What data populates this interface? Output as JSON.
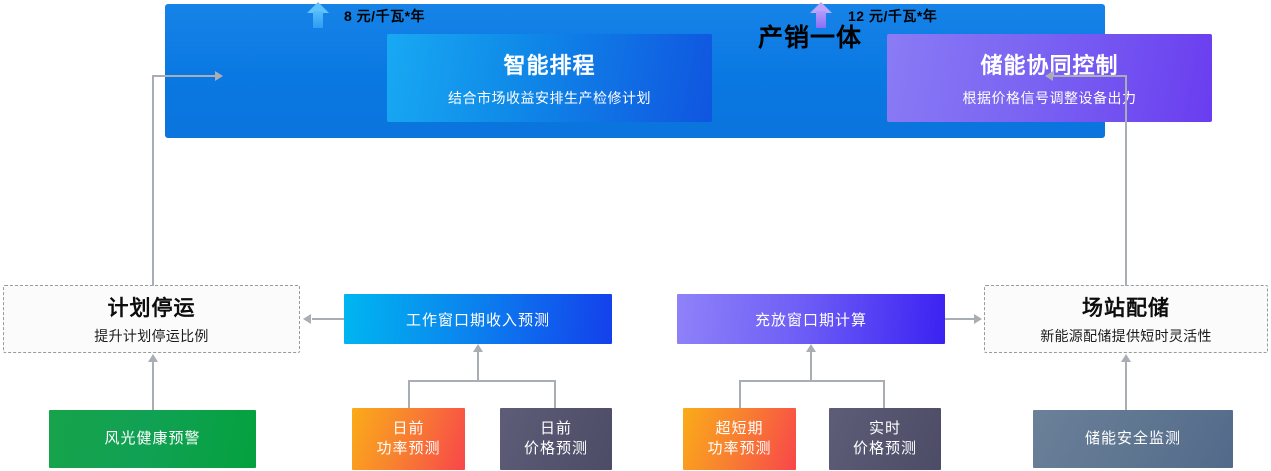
{
  "panel": {
    "title": "产销一体",
    "cards": [
      {
        "title": "智能排程",
        "subtitle": "结合市场收益安排生产检修计划",
        "accent": "#0f8ae8"
      },
      {
        "title": "储能协同控制",
        "subtitle": "根据价格信号调整设备出力",
        "accent": "#7a63f2"
      }
    ],
    "metrics": [
      {
        "label": "8 元/千瓦*年",
        "arrow": "up-arrow-blue",
        "color": "#62c2fb"
      },
      {
        "label": "12 元/千瓦*年",
        "arrow": "up-arrow-purple",
        "color": "#bda6fc"
      }
    ]
  },
  "outcomes": [
    {
      "title": "计划停运",
      "subtitle": "提升计划停运比例"
    },
    {
      "title": "场站配储",
      "subtitle": "新能源配储提供短时灵活性"
    }
  ],
  "mid": [
    {
      "label": "工作窗口期收入预测",
      "accent": "#0a86ee"
    },
    {
      "label": "充放窗口期计算",
      "accent": "#6f5ff6"
    }
  ],
  "sources": [
    {
      "line1": "风光健康预警",
      "line2": "",
      "accent": "#11a154"
    },
    {
      "line1": "日前",
      "line2": "功率预测",
      "accent": "#f8852e"
    },
    {
      "line1": "日前",
      "line2": "价格预测",
      "accent": "#55546f"
    },
    {
      "line1": "超短期",
      "line2": "功率预测",
      "accent": "#f8852e"
    },
    {
      "line1": "实时",
      "line2": "价格预测",
      "accent": "#55546f"
    },
    {
      "line1": "储能安全监测",
      "line2": "",
      "accent": "#5e7590"
    }
  ]
}
